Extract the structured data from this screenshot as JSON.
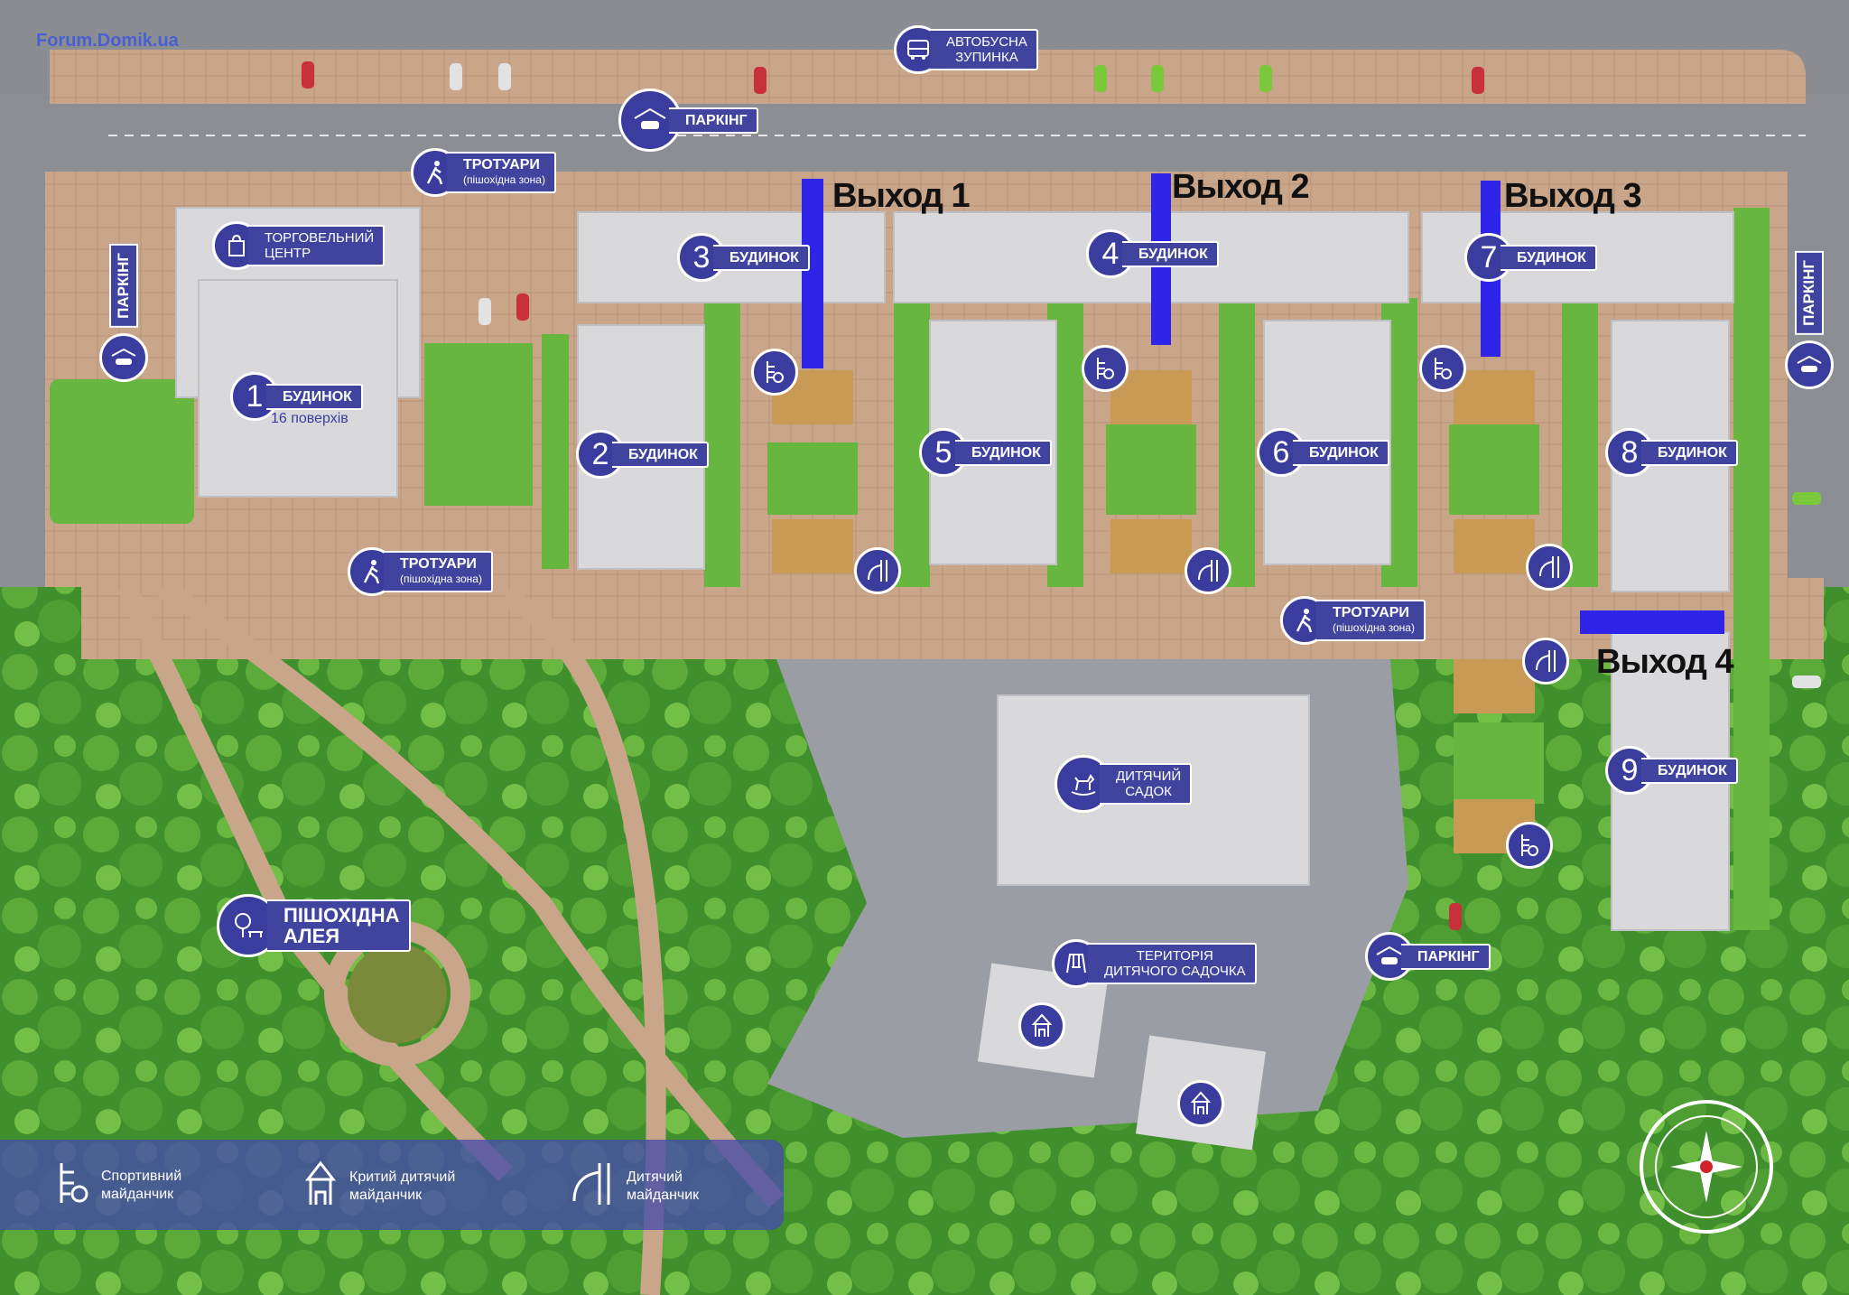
{
  "watermark": "Forum.Domik.ua",
  "colors": {
    "accent": "#3b3d9e",
    "exit_bar": "#2f25e8",
    "grass": "#5eae3a",
    "path": "#c9a98f",
    "road": "#8a8d92"
  },
  "bus_stop": {
    "line1": "АВТОБУСНА",
    "line2": "ЗУПИНКА",
    "icon": "bus-icon"
  },
  "parking": {
    "label": "ПАРКІНГ",
    "icon": "car-garage-icon"
  },
  "sidewalk": {
    "label": "ТРОТУАРИ",
    "sub": "(пішохідна зона)",
    "icon": "walking-person-icon"
  },
  "mall": {
    "line1": "ТОРГОВЕЛЬНИЙ",
    "line2": "ЦЕНТР",
    "icon": "shopping-bag-icon"
  },
  "building_word": "БУДИНОК",
  "building1_sub": "16 поверхів",
  "buildings": [
    "1",
    "2",
    "3",
    "4",
    "5",
    "6",
    "7",
    "8",
    "9"
  ],
  "kindergarten": {
    "line1": "ДИТЯЧИЙ",
    "line2": "САДОК",
    "icon": "rocking-horse-icon"
  },
  "kg_territory": {
    "line1": "ТЕРИТОРІЯ",
    "line2": "ДИТЯЧОГО САДОЧКА",
    "icon": "swing-icon"
  },
  "alley": {
    "line1": "ПІШОХІДНА",
    "line2": "АЛЕЯ",
    "icon": "park-bench-icon"
  },
  "exits": [
    "Выход 1",
    "Выход 2",
    "Выход 3",
    "Выход 4"
  ],
  "legend": [
    {
      "icon": "sports-ground-icon",
      "line1": "Спортивний",
      "line2": "майданчик"
    },
    {
      "icon": "covered-playground-icon",
      "line1": "Критий дитячий",
      "line2": "майданчик"
    },
    {
      "icon": "playground-slide-icon",
      "line1": "Дитячий",
      "line2": "майданчик"
    }
  ],
  "compass": {
    "icon": "compass-rose-icon"
  }
}
